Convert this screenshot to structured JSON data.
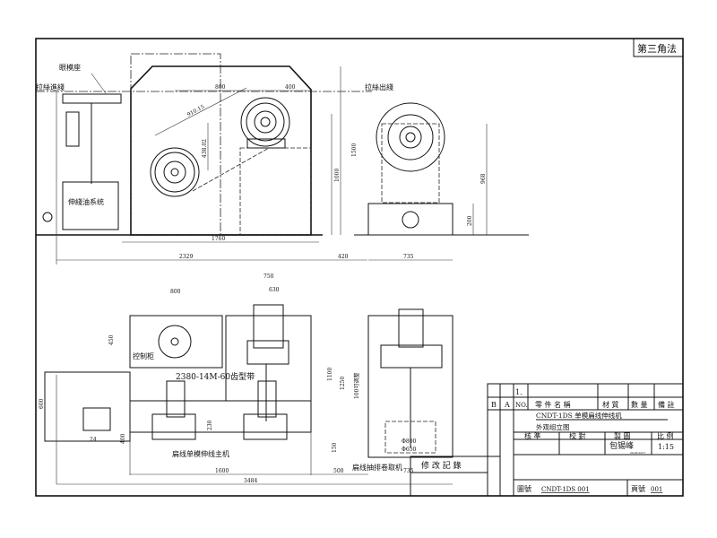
{
  "projection_label": "第三角法",
  "top_view": {
    "labels": {
      "die_seat": "眼模座",
      "wire_in": "拉絲進綫",
      "wire_out": "拉絲出綫",
      "lube_system": "伸綫油系统"
    },
    "dimensions": [
      "800",
      "400",
      "910.15",
      "438.02",
      "1500",
      "1000",
      "1760",
      "2329",
      "420",
      "735",
      "968",
      "200"
    ]
  },
  "bottom_view": {
    "labels": {
      "control_cabinet": "控制柜",
      "belt": "2380-14M-60齿型带",
      "main_machine": "扁线单模伸线主机",
      "take_up": "扁线抽排卷取机"
    },
    "dimensions": [
      "800",
      "750",
      "630",
      "450",
      "600",
      "1100",
      "1250",
      "100可调整",
      "230",
      "24",
      "400",
      "150",
      "Φ800",
      "Φ650",
      "1600",
      "500",
      "735",
      "3484"
    ]
  },
  "revision": {
    "label": "修 改 記 錄"
  },
  "title_block": {
    "rev_cols": [
      "B",
      "A"
    ],
    "row1_no": "1.",
    "headers": {
      "no": "NO.",
      "part_name": "零 件 名 稱",
      "material": "材 質",
      "qty": "數 量",
      "remark": "備 註"
    },
    "title": "CNDT-1DS 单模扁线伸线机",
    "subtitle": "外观组立图",
    "sign_headers": {
      "approve": "核 準",
      "check": "校 對",
      "draw": "製 圖",
      "scale": "比 例"
    },
    "drawer": "包锡峰",
    "date": "24.06.2017",
    "scale": "1:15",
    "drawing_no_label": "圖號",
    "drawing_no": "CNDT-1DS 001",
    "page_no_label": "頁號",
    "page_no": "001"
  }
}
